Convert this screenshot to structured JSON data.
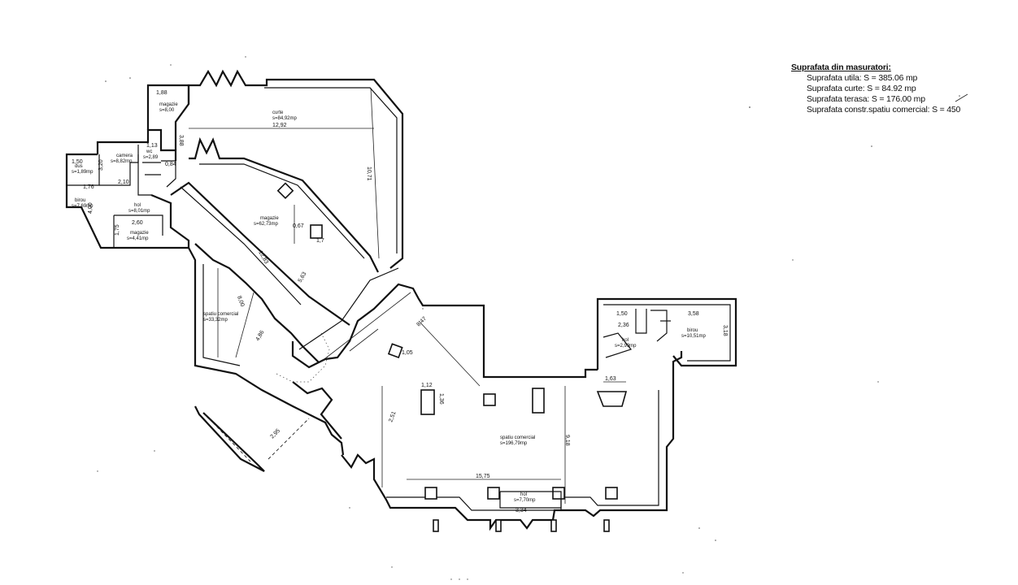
{
  "legend": {
    "title": "Suprafata din masuratori:",
    "rows": [
      "Suprafata utila: S = 385.06 mp",
      "Suprafata curte: S = 84.92 mp",
      "Suprafata terasa: S = 176.00 mp",
      "Suprafata constr.spatiu comercial: S = 450"
    ]
  },
  "rooms": {
    "curte": {
      "name": "curte",
      "area": "s=84,92mp"
    },
    "magazie_top": {
      "name": "magazie",
      "area": "s=8,00"
    },
    "camera": {
      "name": "camera",
      "area": "s=8,82mp"
    },
    "wc": {
      "name": "wc",
      "area": "s=2,89"
    },
    "dus": {
      "name": "dus",
      "area": "s=1,89mp"
    },
    "birou_left": {
      "name": "birou",
      "area": "s=7,69mp"
    },
    "hol_left": {
      "name": "hol",
      "area": "s=8,01mp"
    },
    "magazie_left": {
      "name": "magazie",
      "area": "s=4,41mp"
    },
    "magazie_main": {
      "name": "magazie",
      "area": "s=62,73mp"
    },
    "spatiu_left": {
      "name": "spatiu comercial",
      "area": "s=33,32mp"
    },
    "spatiu_main": {
      "name": "spatiu comercial",
      "area": "s=196,79mp"
    },
    "birou_right": {
      "name": "birou",
      "area": "s=10,51mp"
    },
    "hol_right": {
      "name": "hol",
      "area": "s=2,99mp"
    },
    "hol_bottom": {
      "name": "hol",
      "area": "s=7,70mp"
    }
  },
  "dims": {
    "d1": "1,88",
    "d2": "3,88",
    "d3": "12,92",
    "d4": "10,71",
    "d5": "1,50",
    "d6": "1,76",
    "d7": "3,20",
    "d8": "2,10",
    "d9": "0,84",
    "d10": "1,13",
    "d11": "2,60",
    "d12": "4,00",
    "d13": "1,75",
    "d14": "0,67",
    "d15": "1,7",
    "d16": "12,83",
    "d17": "5,63",
    "d18": "8,00",
    "d19": "4,86",
    "d20": "8,47",
    "d21": "1,05",
    "d22": "1,12",
    "d23": "1,36",
    "d24": "1,63",
    "d25": "2,95",
    "d26": "9,18",
    "d27": "15,75",
    "d28": "3,34",
    "d29": "1,50",
    "d30": "3,58",
    "d31": "3,18",
    "d32": "2,36",
    "d33": "2,51"
  }
}
